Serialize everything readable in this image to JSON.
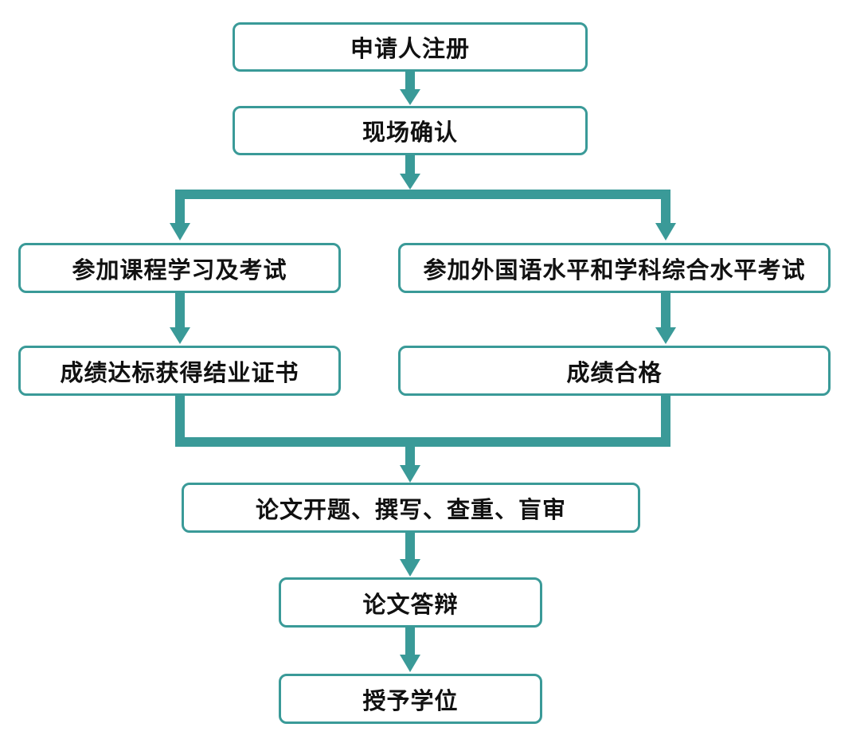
{
  "colors": {
    "accent": "#3a9a98",
    "box_border": "#3a9a98",
    "box_fill": "#ffffff",
    "text": "#111111",
    "background": "#ffffff"
  },
  "flow": {
    "step_register": "申请人注册",
    "step_confirm": "现场确认",
    "left_branch": {
      "step_courses": "参加课程学习及考试",
      "step_certificate": "成绩达标获得结业证书"
    },
    "right_branch": {
      "step_exams": "参加外国语水平和学科综合水平考试",
      "step_pass": "成绩合格"
    },
    "step_thesis": "论文开题、撰写、查重、盲审",
    "step_defense": "论文答辩",
    "step_degree": "授予学位"
  }
}
